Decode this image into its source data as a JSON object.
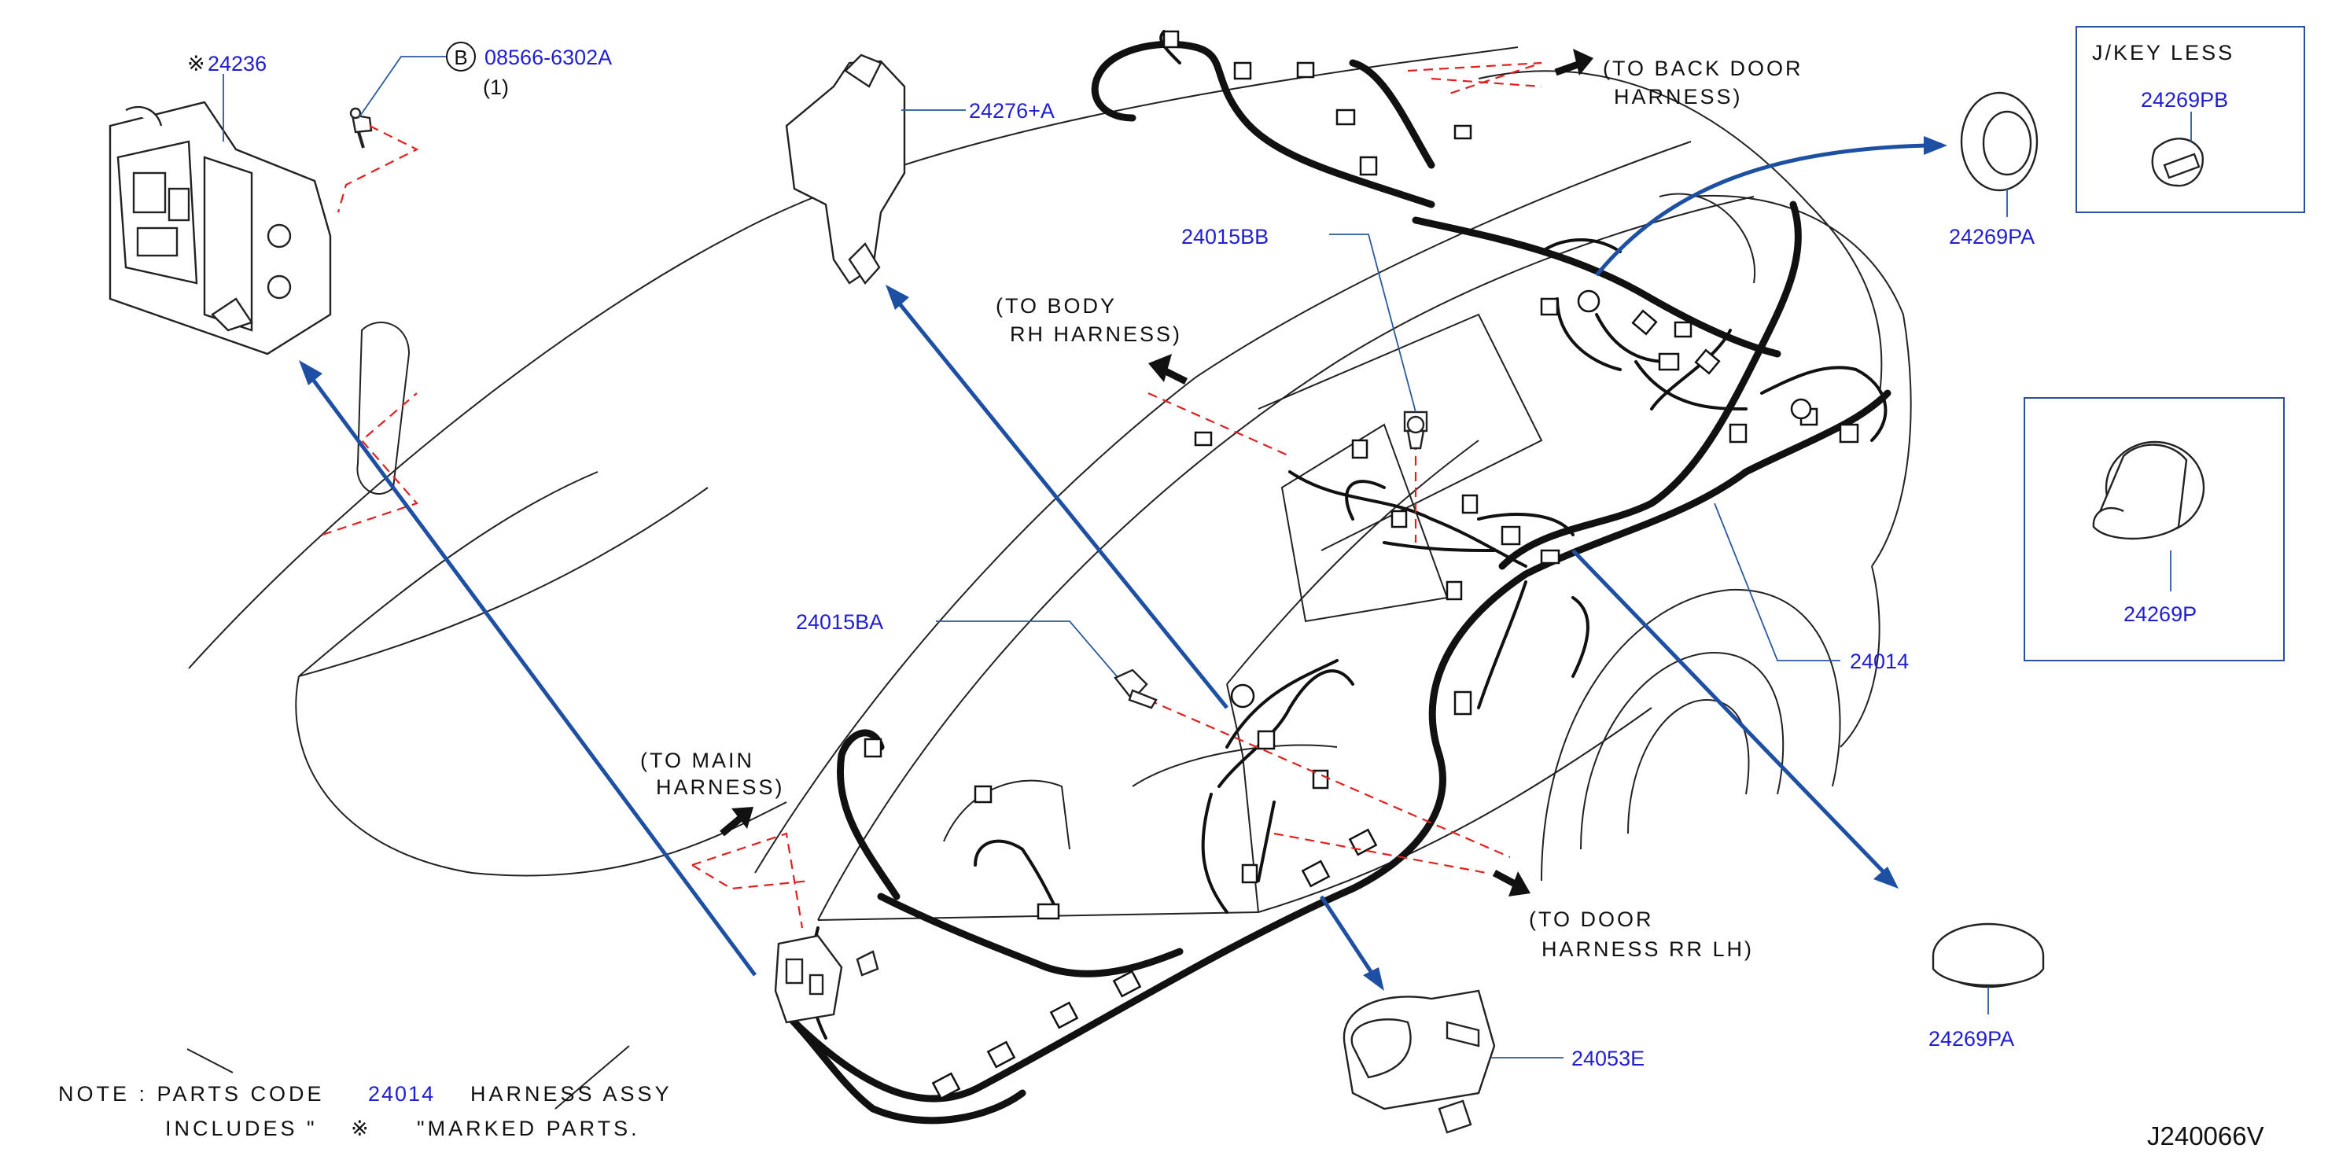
{
  "diagram": {
    "colors": {
      "part_number": "#1f1fd0",
      "leader_line": "#2a5a9c",
      "pointer_arrow": "#1d4fa3",
      "dashed_link": "#e02020",
      "harness": "#111111"
    },
    "parts": {
      "p24236": "24236",
      "p08566": "08566-6302A",
      "p08566_qty": "(1)",
      "p08566_marker": "B",
      "p24276a": "24276+A",
      "p24015bb": "24015BB",
      "p24015ba": "24015BA",
      "p24014": "24014",
      "p24053e": "24053E",
      "p24269pa_top": "24269PA",
      "p24269pa_bottom": "24269PA",
      "p24269pb": "24269PB",
      "p24269p": "24269P"
    },
    "includes_mark": "※",
    "callouts": {
      "back_door_1": "(TO BACK DOOR",
      "back_door_2": "HARNESS)",
      "body_rh_1": "(TO BODY",
      "body_rh_2": "RH HARNESS)",
      "main_1": "(TO MAIN",
      "main_2": "HARNESS)",
      "door_rr_1": "(TO DOOR",
      "door_rr_2": "HARNESS RR LH)"
    },
    "inset_jkey_title": "J/KEY LESS",
    "note": {
      "prefix": "NOTE : PARTS CODE",
      "code": "24014",
      "mid": "HARNESS ASSY",
      "line2_a": "INCLUDES \"",
      "line2_mark": "※",
      "line2_b": "\"MARKED PARTS."
    },
    "figure_code": "J240066V"
  }
}
